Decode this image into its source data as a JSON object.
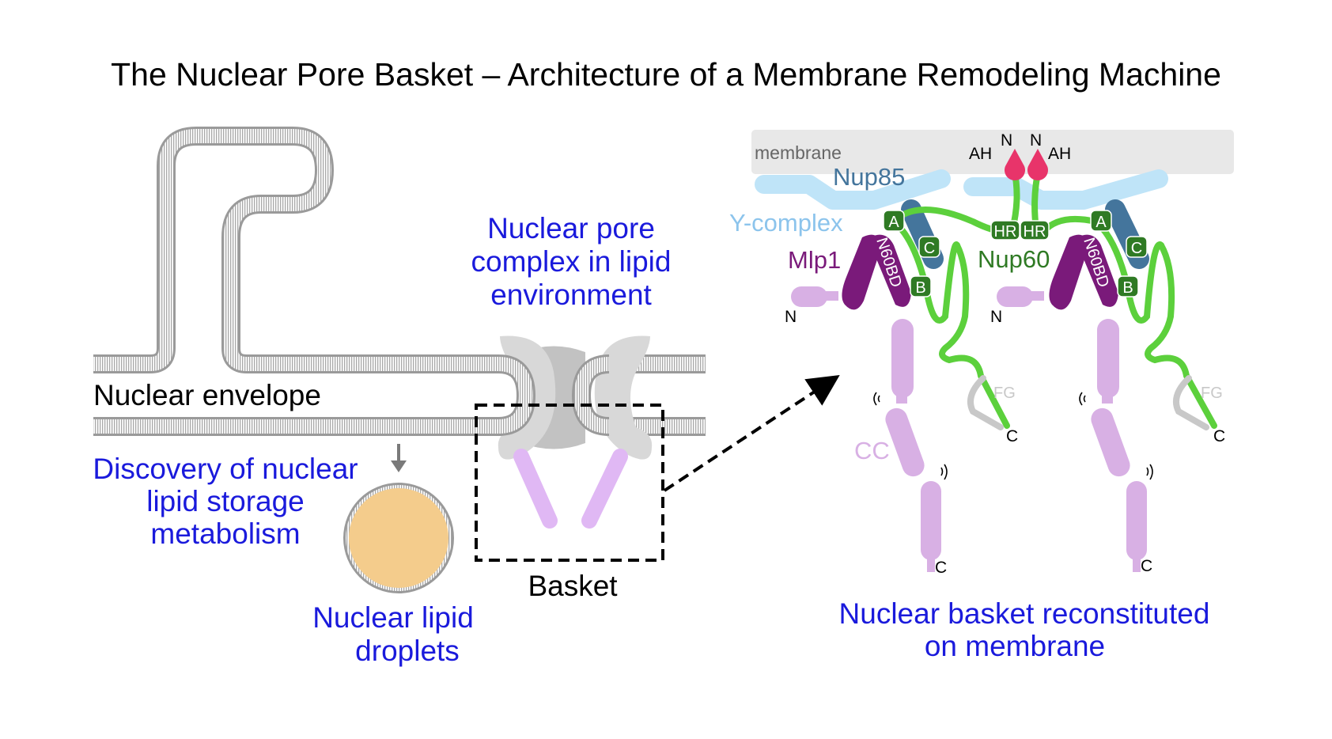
{
  "title": "The Nuclear Pore Basket – Architecture of a Membrane Remodeling Machine",
  "left_panel": {
    "nuclear_envelope_label": "Nuclear envelope",
    "npc_caption": [
      "Nuclear pore",
      "complex in lipid",
      "environment"
    ],
    "discovery_caption": [
      "Discovery of nuclear",
      "lipid storage",
      "metabolism"
    ],
    "droplet_caption": [
      "Nuclear lipid",
      "droplets"
    ],
    "basket_label": "Basket"
  },
  "right_panel": {
    "membrane_label": "membrane",
    "nup85_label": "Nup85",
    "ycomplex_label": "Y-complex",
    "mlp1_label": "Mlp1",
    "nup60_label": "Nup60",
    "n60bd_label": "N60BD",
    "cc_label": "CC",
    "fg_label": "FG",
    "ah_label": "AH",
    "n_label": "N",
    "c_label": "C",
    "hr_label": "HR",
    "site_labels": [
      "A",
      "B",
      "C"
    ],
    "caption": [
      "Nuclear basket reconstituted",
      "on membrane"
    ]
  },
  "colors": {
    "caption_blue": "#1a1adc",
    "mlp1_purple": "#7a1a7a",
    "coil_lilac": "#d8b0e4",
    "basket_lilac": "#e0b8f4",
    "nup60_green": "#5cd03c",
    "site_green": "#2f7a24",
    "nup85_blue": "#44759c",
    "ycomplex_blue": "#bfe4f8",
    "ah_pink": "#e8346a",
    "droplet": "#f4cc8c",
    "membrane_gray": "#e8e8e8"
  }
}
